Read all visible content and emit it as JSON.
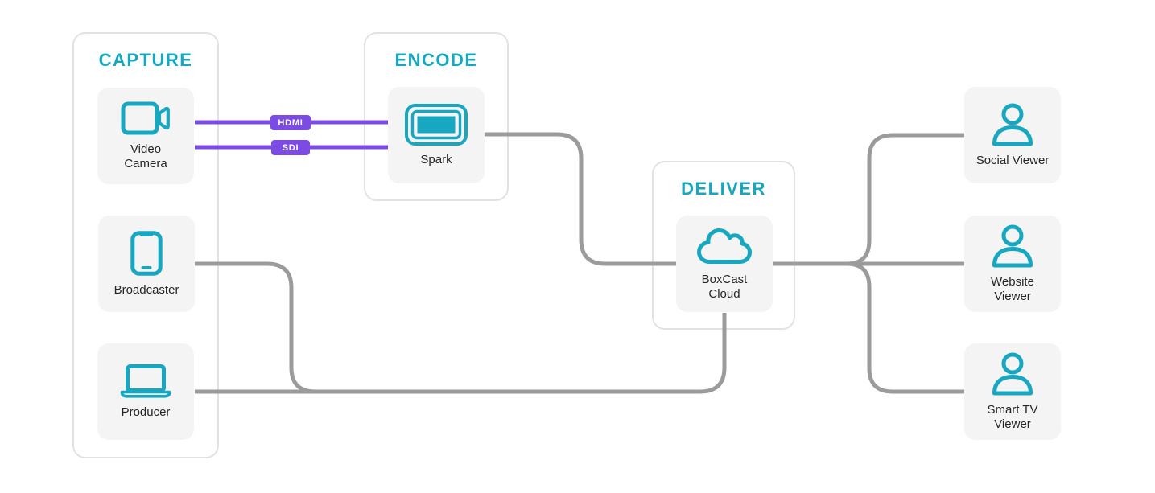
{
  "groups": {
    "capture": {
      "title": "CAPTURE"
    },
    "encode": {
      "title": "ENCODE"
    },
    "deliver": {
      "title": "DELIVER"
    }
  },
  "nodes": {
    "video_camera": {
      "label": "Video Camera",
      "icon": "video-camera-icon"
    },
    "broadcaster": {
      "label": "Broadcaster",
      "icon": "smartphone-icon"
    },
    "producer": {
      "label": "Producer",
      "icon": "laptop-icon"
    },
    "spark": {
      "label": "Spark",
      "icon": "encoder-device-icon"
    },
    "boxcast_cloud": {
      "label": "BoxCast Cloud",
      "icon": "cloud-icon"
    },
    "social_viewer": {
      "label": "Social Viewer",
      "icon": "person-icon"
    },
    "website_viewer": {
      "label": "Website Viewer",
      "icon": "person-icon"
    },
    "smart_tv_viewer": {
      "label": "Smart TV Viewer",
      "icon": "person-icon"
    }
  },
  "connections": {
    "hdmi_label": "HDMI",
    "sdi_label": "SDI",
    "edges": [
      {
        "from": "video_camera",
        "to": "spark",
        "label": "HDMI"
      },
      {
        "from": "video_camera",
        "to": "spark",
        "label": "SDI"
      },
      {
        "from": "spark",
        "to": "boxcast_cloud",
        "label": ""
      },
      {
        "from": "broadcaster",
        "to": "boxcast_cloud",
        "label": ""
      },
      {
        "from": "producer",
        "to": "boxcast_cloud",
        "label": ""
      },
      {
        "from": "boxcast_cloud",
        "to": "social_viewer",
        "label": ""
      },
      {
        "from": "boxcast_cloud",
        "to": "website_viewer",
        "label": ""
      },
      {
        "from": "boxcast_cloud",
        "to": "smart_tv_viewer",
        "label": ""
      }
    ]
  },
  "colors": {
    "teal": "#18A7C0",
    "purple": "#7C4BE3",
    "wire_gray": "#9B9B9B",
    "card_bg": "#F4F4F4",
    "container_border": "#E2E2E2",
    "label_text": "#262626"
  }
}
